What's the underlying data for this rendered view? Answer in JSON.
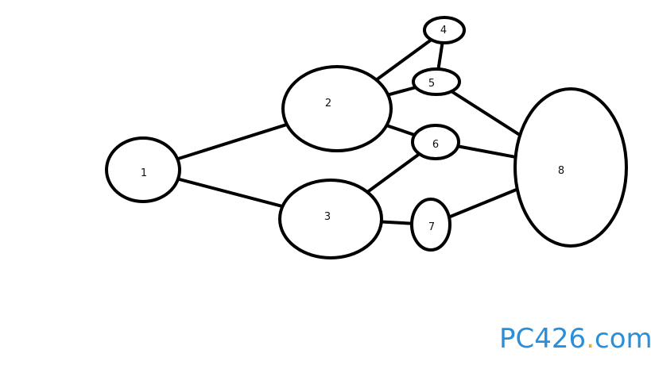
{
  "diagram": {
    "stroke_color": "#000000",
    "nodes": [
      {
        "id": "1",
        "label": "1"
      },
      {
        "id": "2",
        "label": "2"
      },
      {
        "id": "3",
        "label": "3"
      },
      {
        "id": "4",
        "label": "4"
      },
      {
        "id": "5",
        "label": "5"
      },
      {
        "id": "6",
        "label": "6"
      },
      {
        "id": "7",
        "label": "7"
      },
      {
        "id": "8",
        "label": "8"
      }
    ],
    "edges": [
      {
        "from": "1",
        "to": "2"
      },
      {
        "from": "1",
        "to": "3"
      },
      {
        "from": "2",
        "to": "4"
      },
      {
        "from": "2",
        "to": "5"
      },
      {
        "from": "2",
        "to": "6"
      },
      {
        "from": "4",
        "to": "5"
      },
      {
        "from": "5",
        "to": "8"
      },
      {
        "from": "6",
        "to": "8"
      },
      {
        "from": "3",
        "to": "6"
      },
      {
        "from": "3",
        "to": "7"
      },
      {
        "from": "7",
        "to": "8"
      }
    ]
  },
  "watermark": {
    "text": "PC426.com",
    "logo_color": "#2a8fd8",
    "accent_color": "#f5a623"
  }
}
